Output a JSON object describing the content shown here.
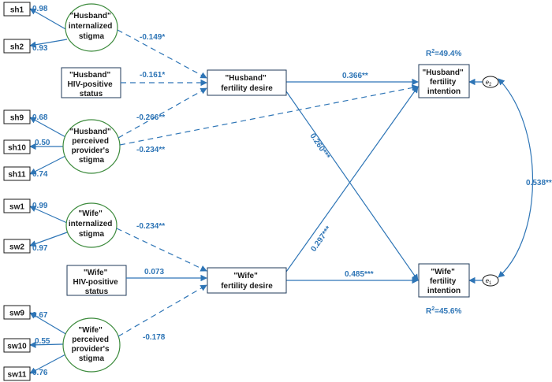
{
  "colors": {
    "path": "#2e75b6",
    "node_border": "#1f3a5a",
    "latent_border": "#3d8b3d",
    "text": "#1a1a1a"
  },
  "indicators": {
    "sh1": "sh1",
    "sh2": "sh2",
    "sh9": "sh9",
    "sh10": "sh10",
    "sh11": "sh11",
    "sw1": "sw1",
    "sw2": "sw2",
    "sw9": "sw9",
    "sw10": "sw10",
    "sw11": "sw11"
  },
  "loadings": {
    "sh1": "0.98",
    "sh2": "0.93",
    "sh9": "0.68",
    "sh10": "0.50",
    "sh11": "0.74",
    "sw1": "0.99",
    "sw2": "0.97",
    "sw9": "0.67",
    "sw10": "0.55",
    "sw11": "0.76"
  },
  "latents": {
    "h_internalized": [
      "\"Husband\"",
      "internalized",
      "stigma"
    ],
    "h_provider": [
      "\"Husband\"",
      "perceived",
      "provider's",
      "stigma"
    ],
    "w_internalized": [
      "\"Wife\"",
      "internalized",
      "stigma"
    ],
    "w_provider": [
      "\"Wife\"",
      "perceived",
      "provider's",
      "stigma"
    ]
  },
  "observed": {
    "h_hiv": [
      "\"Husband\"",
      "HIV-positive",
      "status"
    ],
    "w_hiv": [
      "\"Wife\"",
      "HIV-positive",
      "status"
    ],
    "h_desire": [
      "\"Husband\"",
      "fertility desire"
    ],
    "w_desire": [
      "\"Wife\"",
      "fertility desire"
    ],
    "h_intention": [
      "\"Husband\"",
      "fertility",
      "intention"
    ],
    "w_intention": [
      "\"Wife\"",
      "fertility",
      "intention"
    ]
  },
  "errors": {
    "e2": "e",
    "e2_sub": "2",
    "e1": "e",
    "e1_sub": "1"
  },
  "coefficients": {
    "h_int_to_h_desire": "-0.149*",
    "h_hiv_to_h_desire": "-0.161*",
    "h_prov_to_h_desire": "-0.266**",
    "h_prov_to_h_intention": "-0.234**",
    "h_desire_to_h_intention": "0.366**",
    "h_desire_to_w_intention": "0.260***",
    "w_desire_to_h_intention": "0.297***",
    "w_int_to_w_desire": "-0.234**",
    "w_hiv_to_w_desire": "0.073",
    "w_prov_to_w_desire": "-0.178",
    "w_desire_to_w_intention": "0.485***",
    "error_covariance": "0.538**"
  },
  "r_squared": {
    "h_intention": {
      "prefix": "R",
      "sup": "2",
      "value": "=49.4%"
    },
    "w_intention": {
      "prefix": "R",
      "sup": "2",
      "value": "=45.6%"
    }
  }
}
